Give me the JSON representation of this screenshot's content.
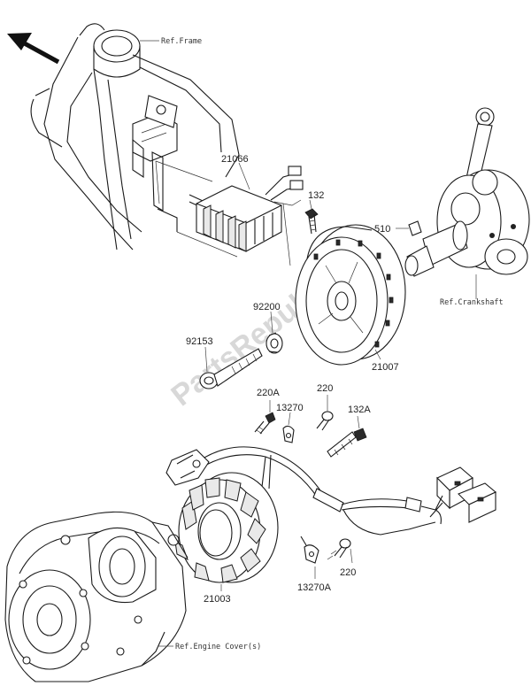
{
  "watermark": "PartsRepublik",
  "references": {
    "frame": "Ref.Frame",
    "crankshaft": "Ref.Crankshaft",
    "engine_cover": "Ref.Engine Cover(s)"
  },
  "parts": {
    "p21066": "21066",
    "p132": "132",
    "p510": "510",
    "p92200": "92200",
    "p92153": "92153",
    "p21007": "21007",
    "p220A": "220A",
    "p220_top": "220",
    "p13270": "13270",
    "p132A": "132A",
    "p21003": "21003",
    "p220_bottom": "220",
    "p13270A": "13270A"
  },
  "icons": {
    "direction": "arrow-up-left-icon"
  }
}
